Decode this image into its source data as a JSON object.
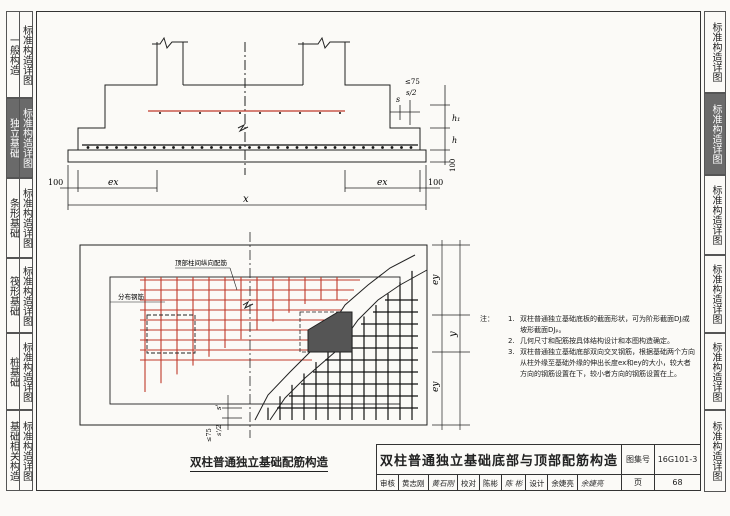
{
  "left_tabs": [
    {
      "a": "标准构造详图",
      "b": "一般构造",
      "active": false
    },
    {
      "a": "标准构造详图",
      "b": "独立基础",
      "active": true
    },
    {
      "a": "标准构造详图",
      "b": "条形基础",
      "active": false
    },
    {
      "a": "标准构造详图",
      "b": "筏形基础",
      "active": false
    },
    {
      "a": "标准构造详图",
      "b": "桩基础",
      "active": false
    },
    {
      "a": "标准构造详图",
      "b": "基础相关构造",
      "active": false
    }
  ],
  "right_tabs": [
    {
      "label": "标准构造详图",
      "active": false
    },
    {
      "label": "标准构造详图",
      "active": true
    },
    {
      "label": "标准构造详图",
      "active": false
    },
    {
      "label": "标准构造详图",
      "active": false
    },
    {
      "label": "标准构造详图",
      "active": false
    },
    {
      "label": "标准构造详图",
      "active": false
    }
  ],
  "drawing": {
    "dim_100": "100",
    "dim_ex": "ex",
    "dim_x": "x",
    "dim_ey": "ey",
    "dim_y": "y",
    "dim_h1": "h₁",
    "dim_h": "h",
    "dim_s": "s",
    "dim_le75": "≤75",
    "dim_s2": "s/2",
    "dim_s_prime": "s'",
    "dim_s2_prime": "s'/2",
    "label_column_bar": "顶部柱间纵向配筋",
    "label_dist_bar": "分布钢筋"
  },
  "notes": {
    "prefix": "注：",
    "items": [
      {
        "num": "1.",
        "text": "双柱普通独立基础底板的截面形状，可为阶形截面DJⱼ或坡形截面DJₚ。"
      },
      {
        "num": "2.",
        "text": "几何尺寸和配筋按具体结构设计和本图构造确定。"
      },
      {
        "num": "3.",
        "text": "双柱普通独立基础底部双向交叉钢筋，根据基础两个方向从柱外缘至基础外缘的伸出长度ex和ey的大小，较大者方向的钢筋设置在下，较小者方向的钢筋设置在上。"
      }
    ]
  },
  "caption": "双柱普通独立基础配筋构造",
  "titleblock": {
    "title": "双柱普通独立基础底部与顶部配筋构造",
    "atlas_label": "图集号",
    "atlas_no": "16G101-3",
    "page_label": "页",
    "page_no": "68",
    "review_label": "审核",
    "review_name": "黄志刚",
    "review_sig": "黄石刚",
    "check_label": "校对",
    "check_name": "陈彬",
    "check_sig": "陈 彬",
    "design_label": "设计",
    "design_name": "余婕亮",
    "design_sig": "余婕亮"
  }
}
